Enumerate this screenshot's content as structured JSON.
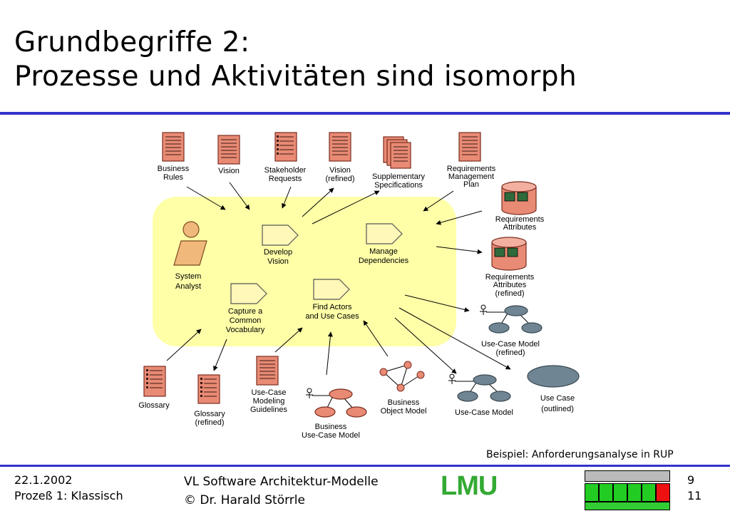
{
  "slide": {
    "title_line1": "Grundbegriffe 2:",
    "title_line2": "Prozesse und Aktivitäten sind isomorph",
    "caption": "Beispiel: Anforderungsanalyse in RUP",
    "footer": {
      "date": "22.1.2002",
      "section": "Prozeß 1: Klassisch",
      "course": "VL Software Architektur-Modelle",
      "author": "© Dr. Harald Störrle",
      "logo": "LMU",
      "page": "9",
      "total": "11"
    },
    "progress": {
      "total_cells": 6,
      "filled_cells": 5
    }
  },
  "diagram": {
    "artifacts": {
      "business_rules": [
        "Business",
        "Rules"
      ],
      "vision": [
        "Vision"
      ],
      "stakeholder_requests": [
        "Stakeholder",
        "Requests"
      ],
      "vision_refined": [
        "Vision",
        "(refined)"
      ],
      "supplementary_specs": [
        "Supplementary",
        "Specifications"
      ],
      "req_mgmt_plan": [
        "Requirements",
        "Management",
        "Plan"
      ],
      "req_attributes": [
        "Requirements",
        "Attributes"
      ],
      "req_attributes_refined": [
        "Requirements",
        "Attributes",
        "(refined)"
      ],
      "use_case_model_refined": [
        "Use-Case Model",
        "(refined)"
      ],
      "use_case_outlined": [
        "Use Case",
        "(outlined)"
      ],
      "use_case_model": [
        "Use-Case Model"
      ],
      "business_object_model": [
        "Business",
        "Object Model"
      ],
      "business_use_case_model": [
        "Business",
        "Use-Case Model"
      ],
      "use_case_modeling_guidelines": [
        "Use-Case",
        "Modeling",
        "Guidelines"
      ],
      "glossary_refined": [
        "Glossary",
        "(refined)"
      ],
      "glossary": [
        "Glossary"
      ]
    },
    "worker": [
      "System",
      "Analyst"
    ],
    "activities": {
      "develop_vision": [
        "Develop",
        "Vision"
      ],
      "manage_dependencies": [
        "Manage",
        "Dependencies"
      ],
      "capture_vocabulary": [
        "Capture a",
        "Common",
        "Vocabulary"
      ],
      "find_actors": [
        "Find Actors",
        "and Use Cases"
      ]
    }
  }
}
